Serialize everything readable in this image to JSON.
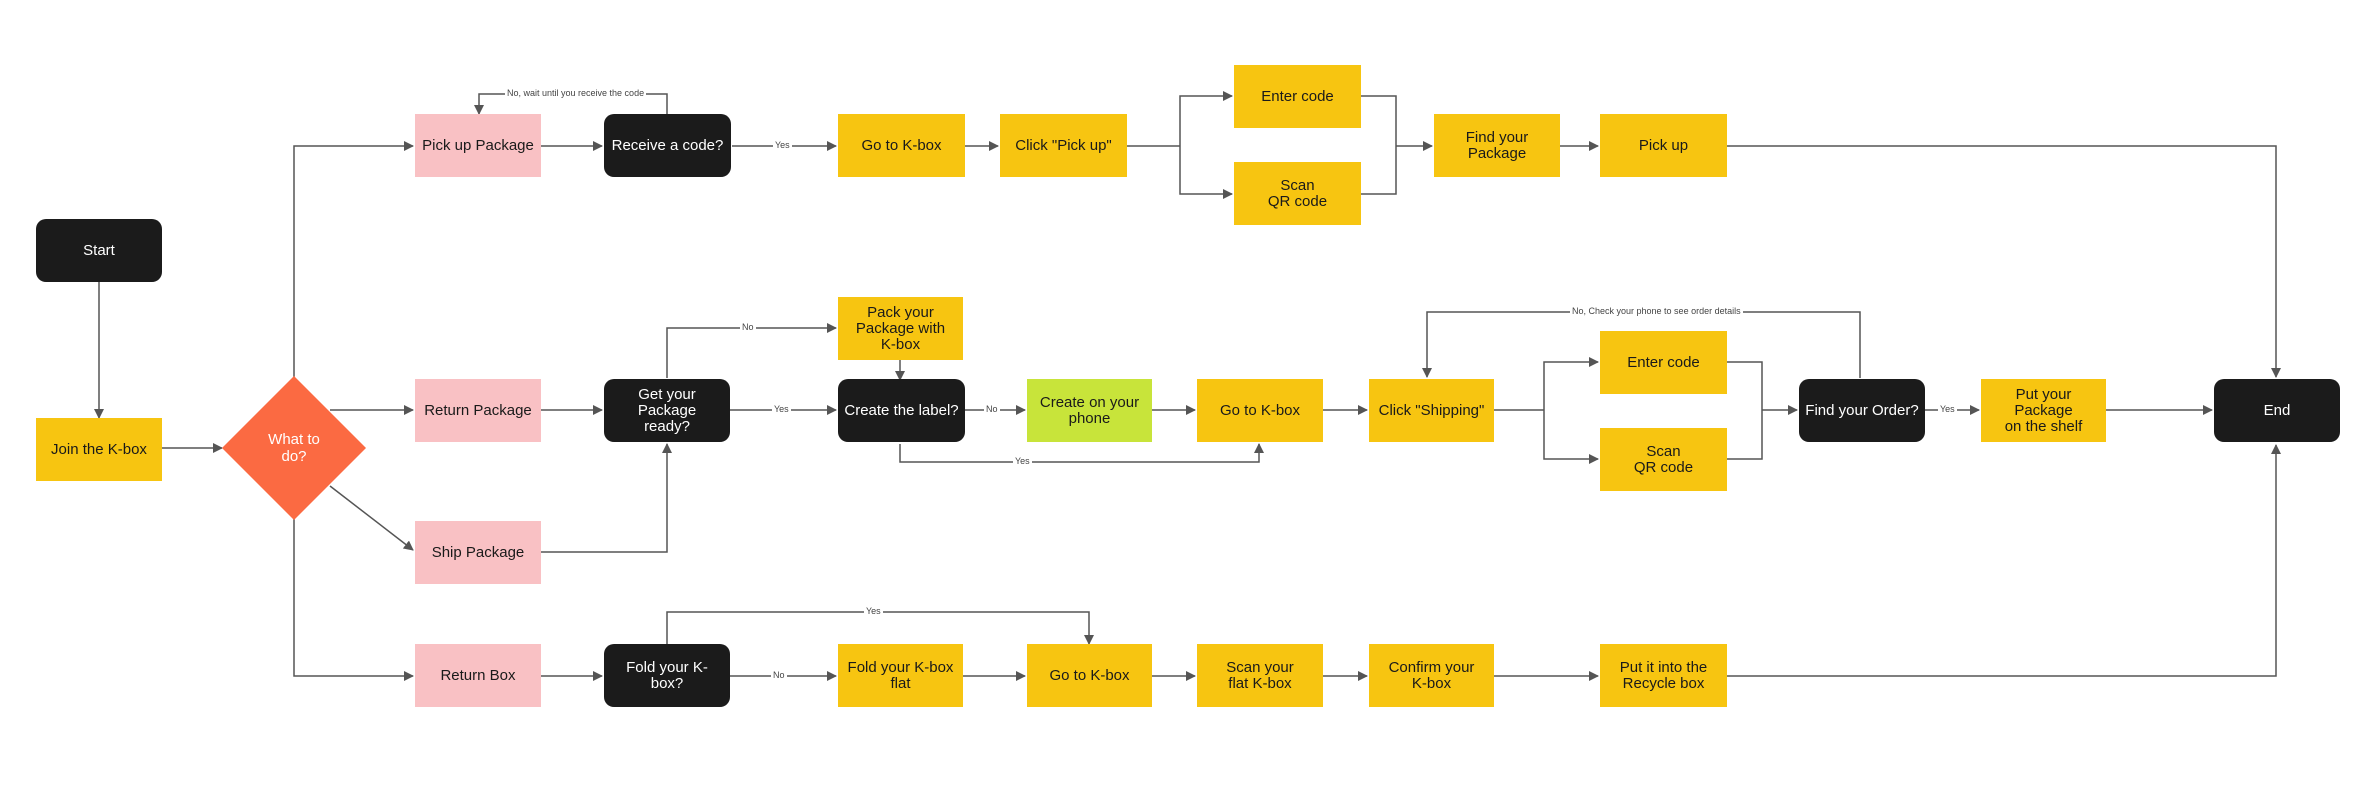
{
  "diagram": {
    "nodes": {
      "start": "Start",
      "join": "Join the K-box",
      "what_to_do": "What to\ndo?",
      "pickup_package": "Pick up Package",
      "receive_code": "Receive a code?",
      "goto_kbox_1": "Go to K-box",
      "click_pickup": "Click \"Pick up\"",
      "enter_code_1": "Enter code",
      "scan_qr_1": "Scan\nQR code",
      "find_package": "Find your\nPackage",
      "pick_up": "Pick up",
      "return_package": "Return Package",
      "ship_package": "Ship Package",
      "get_ready": "Get your Package\nready?",
      "pack_package": "Pack your\nPackage with\nK-box",
      "create_label": "Create the label?",
      "create_phone": "Create on your\nphone",
      "goto_kbox_2": "Go to K-box",
      "click_shipping": "Click \"Shipping\"",
      "enter_code_2": "Enter code",
      "scan_qr_2": "Scan\nQR code",
      "find_order": "Find your Order?",
      "put_shelf": "Put your Package\non the shelf",
      "end": "End",
      "return_box": "Return Box",
      "fold_kbox": "Fold your K-box?",
      "fold_flat": "Fold your K-box\nflat",
      "goto_kbox_3": "Go to K-box",
      "scan_flat": "Scan your\nflat K-box",
      "confirm_kbox": "Confirm your\nK-box",
      "recycle": "Put it into the\nRecycle box"
    },
    "edge_labels": {
      "no_wait_code": "No, wait until you receive the code",
      "yes_receive": "Yes",
      "no_ready": "No",
      "yes_ready": "Yes",
      "no_label": "No",
      "yes_label": "Yes",
      "no_check_phone": "No, Check your phone to see order details",
      "yes_order": "Yes",
      "yes_fold": "Yes",
      "no_fold": "No"
    },
    "colors": {
      "process": "#f7c511",
      "branch": "#f9c1c4",
      "alternative": "#c8e43a",
      "decision": "#1b1b1b",
      "hub": "#fb6a42",
      "connector": "#555555"
    }
  }
}
